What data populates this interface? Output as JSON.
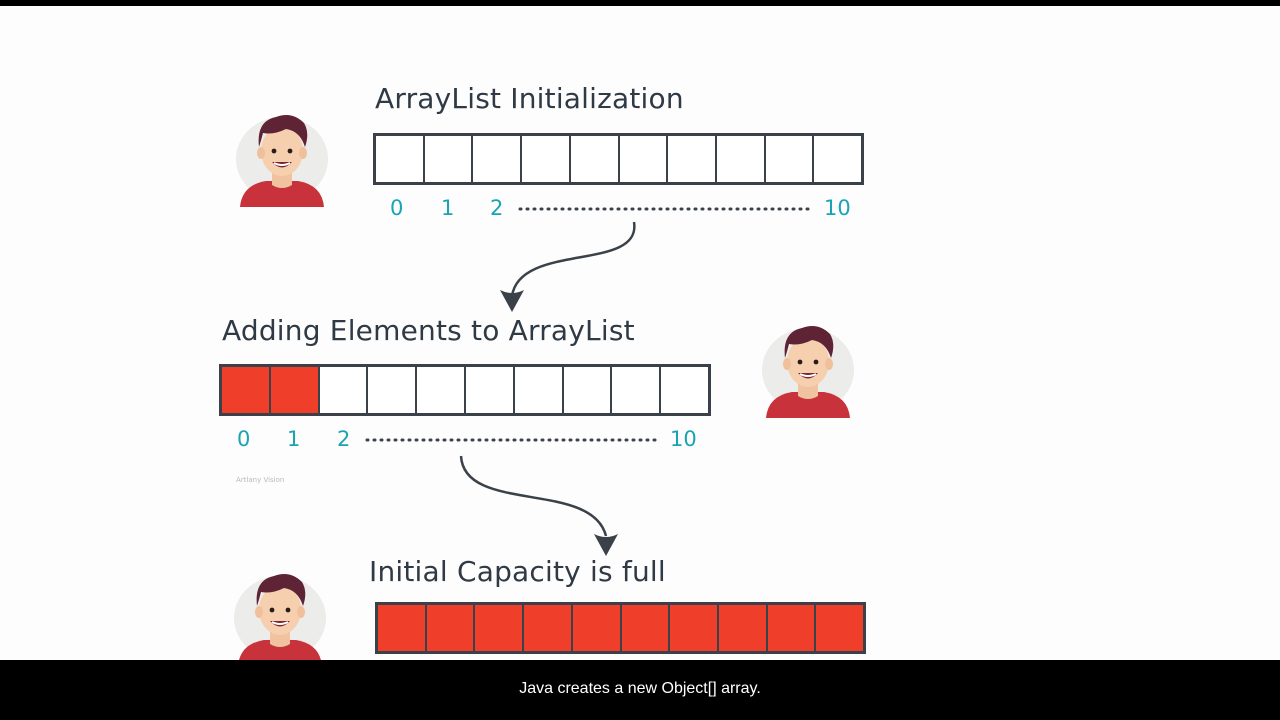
{
  "section1": {
    "title": "ArrayList Initialization",
    "cells": 10,
    "filled": 0,
    "indices": [
      "0",
      "1",
      "2",
      "10"
    ]
  },
  "section2": {
    "title": "Adding Elements to ArrayList",
    "cells": 10,
    "filled": 2,
    "indices": [
      "0",
      "1",
      "2",
      "10"
    ]
  },
  "section3": {
    "title": "Initial Capacity is full",
    "cells": 10,
    "filled": 10
  },
  "watermark": "Artlany Vision",
  "subtitle": "Java creates a new Object[] array.",
  "colors": {
    "filled_cell": "#ef3e2a",
    "index_text": "#1aa3b5",
    "title_text": "#2f3a45",
    "outline": "#3a4149"
  },
  "icons": [
    "boy-avatar-icon",
    "curved-arrow-icon"
  ]
}
